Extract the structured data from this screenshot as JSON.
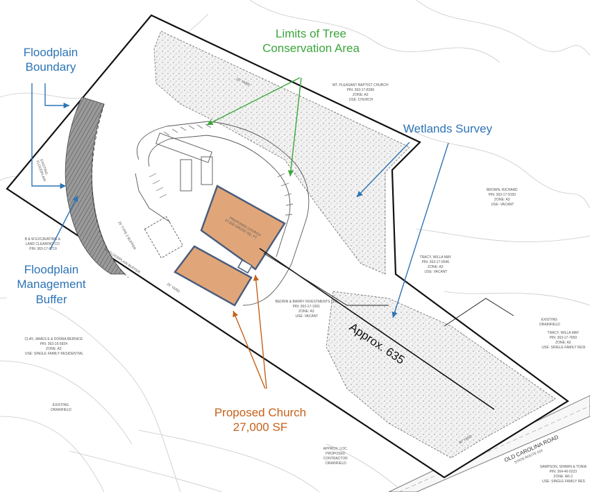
{
  "callouts": {
    "floodplain_boundary": [
      "Floodplain",
      "Boundary"
    ],
    "tree_conservation": [
      "Limits of Tree",
      "Conservation Area"
    ],
    "wetlands_survey": "Wetlands Survey",
    "floodplain_buffer": [
      "Floodplain",
      "Management",
      "Buffer"
    ],
    "proposed_church": [
      "Proposed Church",
      "27,000 SF"
    ]
  },
  "distance_label": "Approx. 635",
  "road_label": "OLD CAROLINA ROAD",
  "road_sublabel": "STATE ROUTE 616",
  "parcels": {
    "north": [
      "MT. PLEASANT BAPTIST CHURCH",
      "PIN: 363-17-8399",
      "ZONE: A3",
      "USE: CHURCH"
    ],
    "east": [
      "BROWN, RICHARD",
      "PIN: 363-17-9150",
      "ZONE: A3",
      "USE: VACANT"
    ],
    "tracy_willa": [
      "TRACY, WILLA MAY",
      "PIN: 363-17-9546",
      "ZONE: A3",
      "USE: VACANT"
    ],
    "bedrin": [
      "BEDRIN & BARRY INVESTMENTS LLC",
      "PIN: 363-17-1651",
      "ZONE: A3",
      "USE: VACANT"
    ],
    "bw": [
      "B & W EXCAVATING &",
      "LAND CLEARING CO",
      "PIN: 363-17-0719"
    ],
    "clay": [
      "CLAY, JAMES E & DONNA BERNICE",
      "PIN: 363-16-5824",
      "ZONE: A3",
      "USE: SINGLE FAMILY RESIDENTIAL"
    ],
    "tracy_se": [
      "TRACY, WILLA MAY",
      "PIN: 363-17-7659",
      "ZONE: A3",
      "USE: SINGLE FAMILY RESI"
    ],
    "sampson": [
      "SAMPSON, SHAWN & TONIA",
      "PIN: 364-46-0223",
      "ZONE: AR-2",
      "USE: SINGLE FAMILY RES"
    ]
  },
  "plan_notes": {
    "church_block": [
      "PROPOSED CHURCH",
      "27,000 GROSS SQ. FT."
    ],
    "existing_floodplain": [
      "EXISTING",
      "FLOODPLAIN"
    ],
    "existing_drainfield_e": [
      "EXISTING",
      "DRAINFIELD"
    ],
    "existing_drainfield_w": [
      "EXISTING",
      "DRAINFIELD"
    ],
    "proposed_drainfield": [
      "APPROX. LOC.",
      "PROPOSED",
      "CONTRACTOR",
      "DRAINFIELD"
    ],
    "yard_25_n": "25' YARD",
    "yard_25_s": "25' YARD",
    "yard_30": "30' YARD",
    "floodplain_mgmt_buffer_label": "40' FLOODPLAIN BUFFER",
    "type2_buffer": "25' TYPE 2 BUFFER"
  },
  "colors": {
    "callout_blue": "#2e74b5",
    "callout_green": "#3aa63a",
    "callout_orange": "#c5611a",
    "building_fill": "#e0a67a",
    "building_stroke": "#4b5d7a"
  }
}
